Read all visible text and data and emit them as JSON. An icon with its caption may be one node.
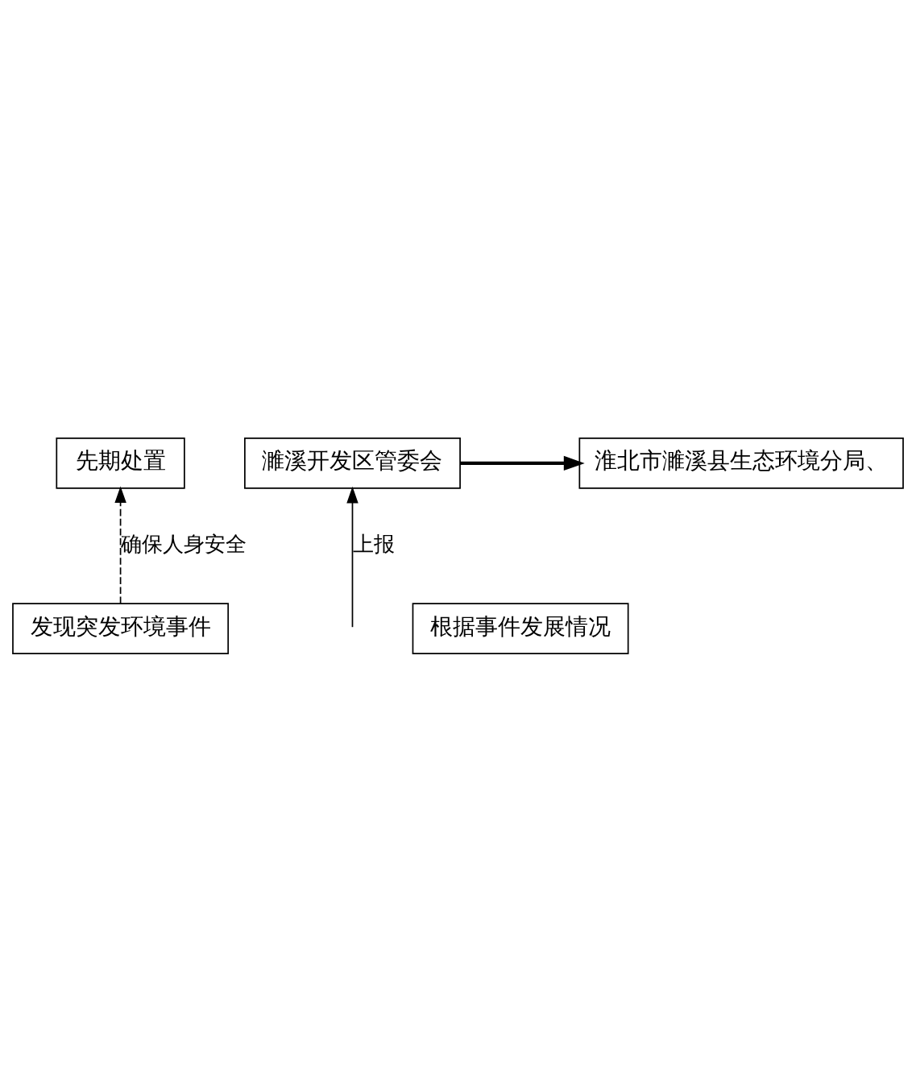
{
  "diagram": {
    "nodes": [
      {
        "text": [
          "先期处置"
        ]
      },
      {
        "text": [
          "濉溪开发区管委会"
        ]
      },
      {
        "text": [
          "淮北市濉溪县生态环境分局、"
        ]
      },
      {
        "text": [
          "发现突发环境事件"
        ]
      },
      {
        "text": [
          "根据事件发展情况"
        ]
      }
    ],
    "edges": [
      {
        "from": 3,
        "to": 0,
        "arrow": "to",
        "label": "确保人身安全",
        "style": "dashed"
      },
      {
        "from": null,
        "to": 1,
        "arrow": "to",
        "label": "上报"
      },
      {
        "from": 1,
        "to": 2,
        "arrow": "to",
        "style": "thick"
      }
    ]
  }
}
